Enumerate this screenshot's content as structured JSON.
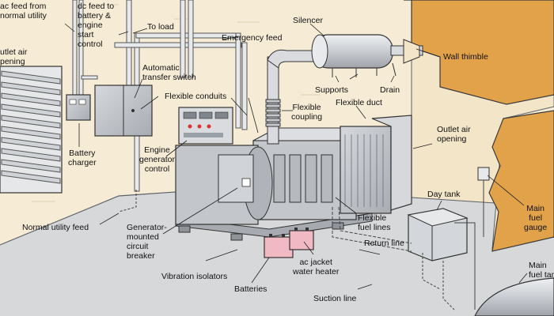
{
  "labels": {
    "ac_feed": "ac feed from\nnormal utility",
    "dc_feed": "dc feed to\nbattery &\nengine\nstart\ncontrol",
    "to_load": "To load",
    "emergency_feed": "Emergency feed",
    "silencer": "Silencer",
    "outlet_air_left": "utlet air\npening",
    "ats": "Automatic\ntransfer switch",
    "flexible_conduits": "Flexible conduits",
    "flexible_coupling": "Flexible\ncoupling",
    "flexible_duct": "Flexible duct",
    "supports": "Supports",
    "drain": "Drain",
    "wall_thimble": "Wall thimble",
    "battery_charger": "Battery\ncharger",
    "engine_generator_control": "Engine\ngenerator\ncontrol",
    "outlet_air_right": "Outlet air\nopening",
    "day_tank": "Day tank",
    "main_fuel_gauge": "Main\nfuel\ngauge",
    "normal_utility_feed": "Normal utility feed",
    "generator_breaker": "Generator-\nmounted\ncircuit\nbreaker",
    "flexible_fuel_lines": "Flexible\nfuel lines",
    "return_line": "Return line",
    "main_fuel_tank": "Main\nfuel tan",
    "vibration_isolators": "Vibration isolators",
    "ac_jacket_heater": "ac jacket\nwater heater",
    "batteries": "Batteries",
    "suction_line": "Suction line"
  },
  "colors": {
    "wall": "#f6ecd6",
    "floor": "#d7d8da",
    "equipment": "#c3c6cb",
    "pipe": "#d9dbdf",
    "outside": "#e2a24a",
    "battery": "#f0b9c4"
  }
}
